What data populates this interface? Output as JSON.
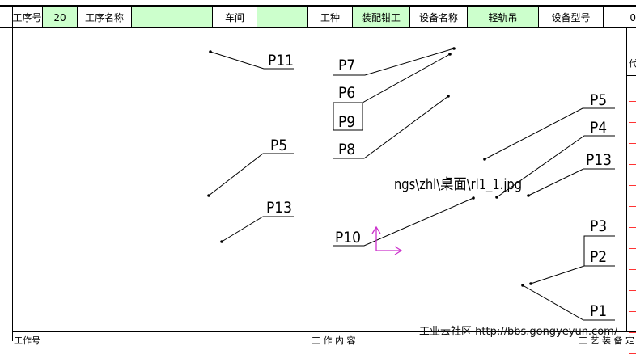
{
  "header": {
    "cells": [
      {
        "text": "工序号",
        "green": false
      },
      {
        "text": "20",
        "green": true
      },
      {
        "text": "工序名称",
        "green": false
      },
      {
        "text": "",
        "green": true
      },
      {
        "text": "车间",
        "green": false
      },
      {
        "text": "",
        "green": true
      },
      {
        "text": "工种",
        "green": false
      },
      {
        "text": "装配钳工",
        "green": true
      },
      {
        "text": "设备名称",
        "green": false
      },
      {
        "text": "轻轨吊",
        "green": true
      },
      {
        "text": "设备型号",
        "green": false
      },
      {
        "text": "0",
        "green": false
      }
    ]
  },
  "drawing": {
    "labels": {
      "p11": "P11",
      "p5_left": "P5",
      "p13_left": "P13",
      "p7": "P7",
      "p6": "P6",
      "p9": "P9",
      "p8": "P8",
      "p10": "P10",
      "p5_right": "P5",
      "p4": "P4",
      "p13_right": "P13",
      "p3": "P3",
      "p2": "P2",
      "p1": "P1"
    },
    "path_text": "ngs\\zhl\\桌面\\rl1_1.jpg"
  },
  "right_panel": {
    "header_fragment": "代"
  },
  "footer": {
    "left_fragment": "工作号",
    "center_fragment": "工 作 内 容",
    "right_fragment": "工 艺 装 备 定 义"
  },
  "watermark": "工业云社区 http://bbs.gongyeyun.com/",
  "colors": {
    "green_fill": "#ccffcc",
    "axis_magenta": "#cc33cc",
    "panel_red": "#ff3333"
  }
}
